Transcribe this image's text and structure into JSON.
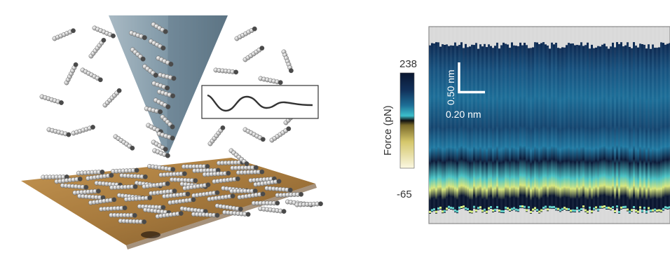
{
  "colorbar": {
    "title": "Force (pN)",
    "max_label": "238",
    "min_label": "-65",
    "range": [
      -65,
      238
    ]
  },
  "scale_bars": {
    "vertical": "0.50 nm",
    "horizontal": "0.20 nm"
  },
  "colors": {
    "tip": "#8fa6b4",
    "substrate": "#b88a4a",
    "heatmap_dark": "#0a1630",
    "heatmap_mid": "#1b6e9a",
    "heatmap_light": "#2fb6c8",
    "heatmap_yellow": "#e9e68a",
    "background_gray": "#d9d9d9"
  }
}
